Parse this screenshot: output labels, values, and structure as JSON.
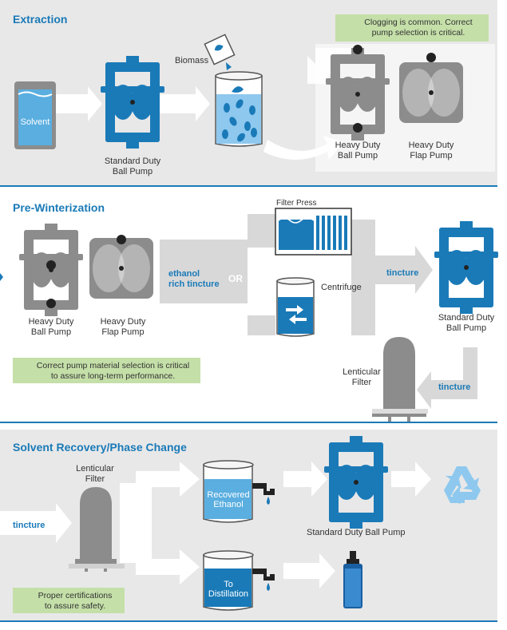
{
  "sections": {
    "extraction": {
      "title": "Extraction",
      "note": "Clogging is common. Correct pump selection is critical.",
      "solvent": "Solvent",
      "biomass": "Biomass",
      "std_pump_l1": "Standard Duty",
      "std_pump_l2": "Ball Pump",
      "hd_ball_l1": "Heavy Duty",
      "hd_ball_l2": "Ball Pump",
      "hd_flap_l1": "Heavy Duty",
      "hd_flap_l2": "Flap Pump"
    },
    "prewinter": {
      "title": "Pre-Winterization",
      "hd_ball_l1": "Heavy Duty",
      "hd_ball_l2": "Ball Pump",
      "hd_flap_l1": "Heavy Duty",
      "hd_flap_l2": "Flap Pump",
      "ethanol_l1": "ethanol",
      "ethanol_l2": "rich tincture",
      "or": "OR",
      "filter_press": "Filter Press",
      "centrifuge": "Centrifuge",
      "tincture_right": "tincture",
      "tincture_bottom": "tincture",
      "std_pump_l1": "Standard Duty",
      "std_pump_l2": "Ball Pump",
      "lenticular_l1": "Lenticular",
      "lenticular_l2": "Filter",
      "note_l1": "Correct pump material selection is critical",
      "note_l2": "to assure long-term performance."
    },
    "recovery": {
      "title": "Solvent Recovery/Phase Change",
      "lenticular_l1": "Lenticular",
      "lenticular_l2": "Filter",
      "tincture": "tincture",
      "recovered_l1": "Recovered",
      "recovered_l2": "Ethanol",
      "distill_l1": "To",
      "distill_l2": "Distillation",
      "std_pump": "Standard Duty Ball Pump",
      "note_l1": "Proper certifications",
      "note_l2": "to assure safety."
    }
  },
  "colors": {
    "accent_blue": "#1a7ab8",
    "pump_gray": "#8c8c8c",
    "panel_gray": "#e8e8e8",
    "note_green": "#c4dfa8",
    "exclaim_green": "#3a9a3a",
    "liquid_blue": "#5aaee0"
  },
  "icons": [
    "exclamation-icon",
    "recycle-icon",
    "tincture-bottle-icon",
    "tap-icon"
  ]
}
